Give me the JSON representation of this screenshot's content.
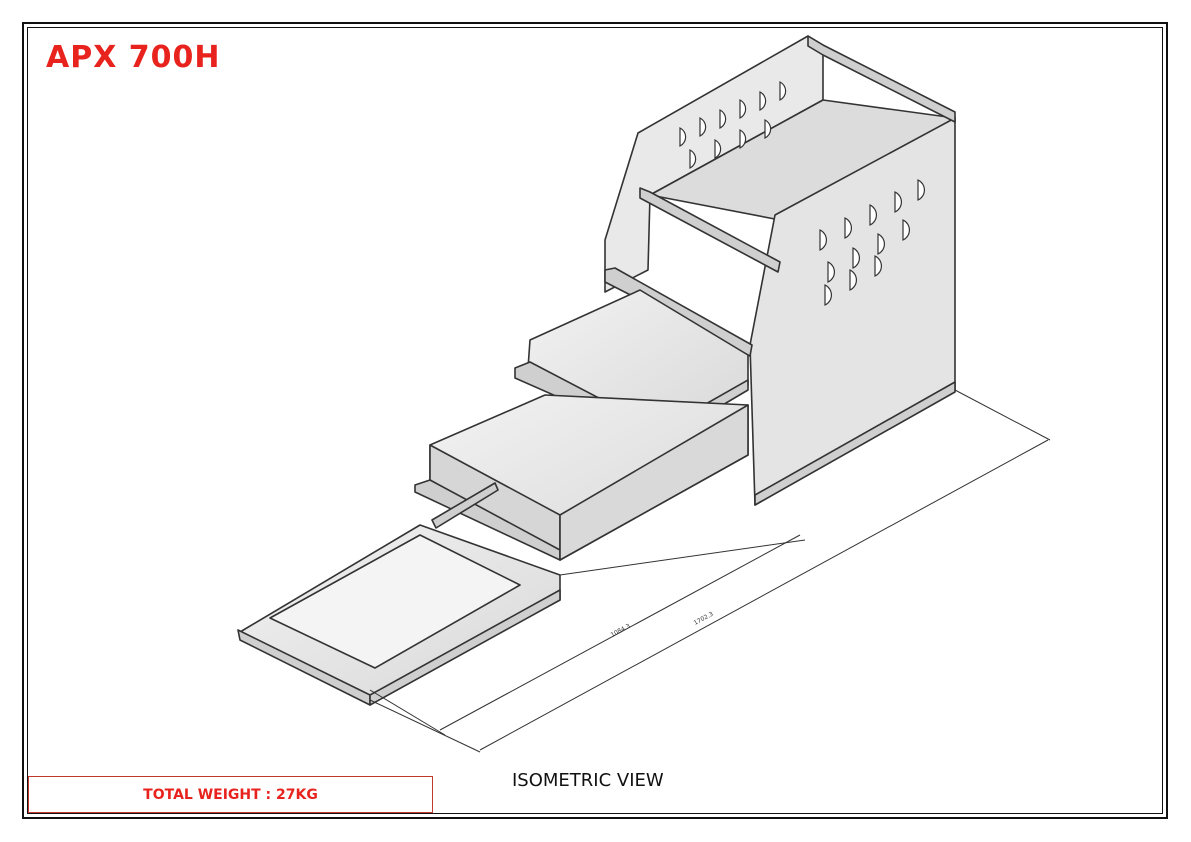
{
  "header": {
    "title": "APX 700H"
  },
  "footer": {
    "weight_label": "TOTAL WEIGHT : 27KG",
    "view_label": "ISOMETRIC VIEW"
  },
  "dimensions": {
    "short": "1084.3",
    "long": "1702.3"
  },
  "colors": {
    "accent": "#e8231e",
    "line": "#333333",
    "panel": "#e6e6e6",
    "panel_dark": "#d4d4d4"
  }
}
